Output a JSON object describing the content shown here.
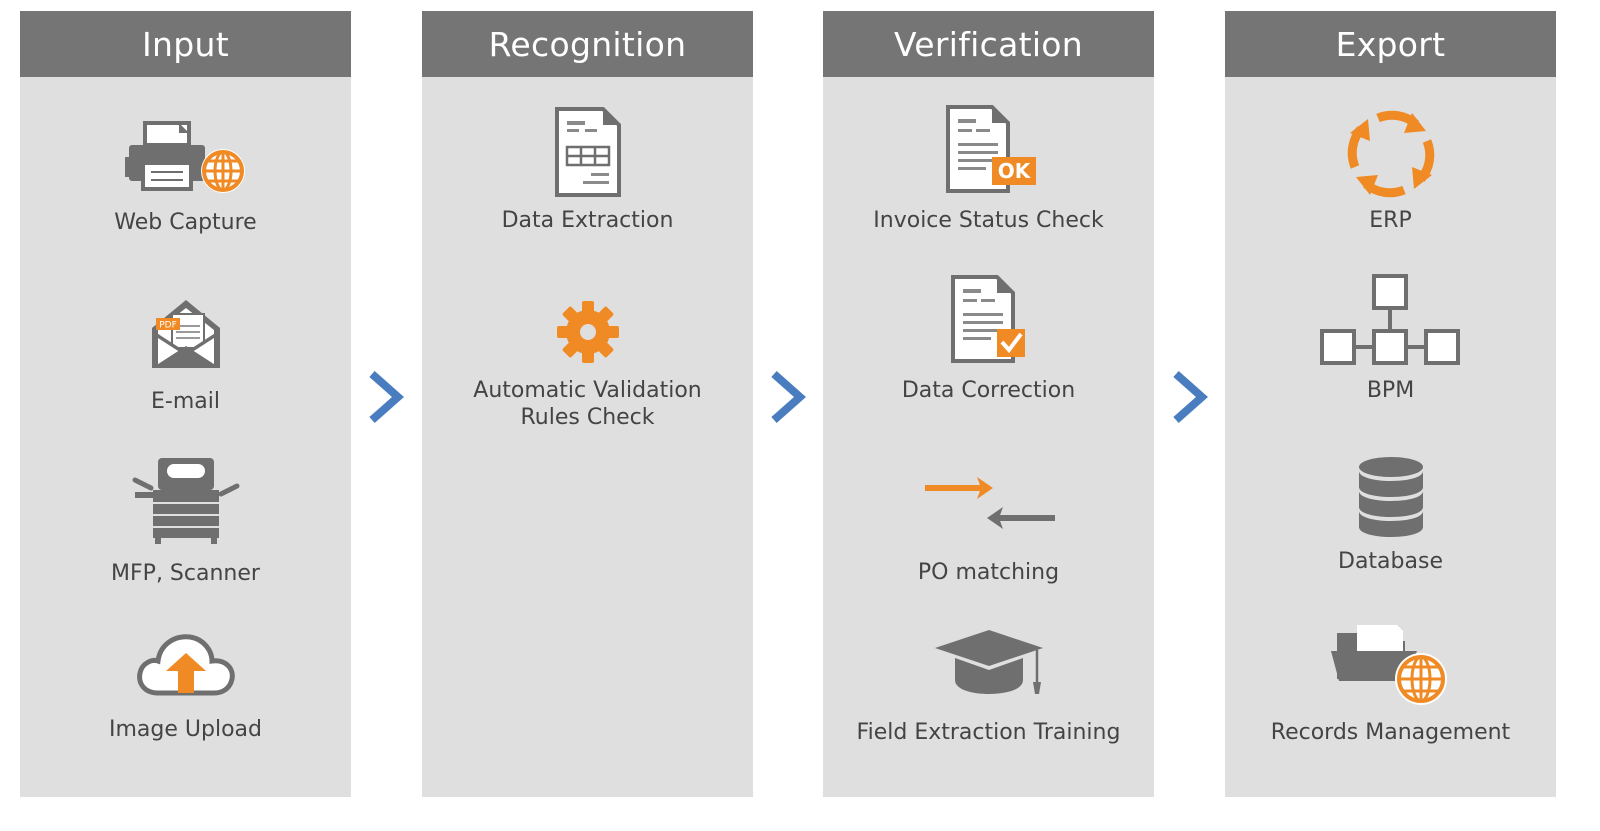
{
  "colors": {
    "header": "#757575",
    "panel": "#dfdfdf",
    "accent": "#f08a24",
    "icon": "#6f6f6f",
    "chevron": "#4a7dbf"
  },
  "columns": [
    {
      "title": "Input",
      "items": [
        {
          "label": "Web Capture",
          "icon": "printer-globe-icon"
        },
        {
          "label": "E-mail",
          "icon": "envelope-pdf-icon"
        },
        {
          "label": "MFP, Scanner",
          "icon": "copier-icon"
        },
        {
          "label": "Image Upload",
          "icon": "cloud-upload-icon"
        }
      ]
    },
    {
      "title": "Recognition",
      "items": [
        {
          "label": "Data Extraction",
          "icon": "document-table-icon"
        },
        {
          "label": "Automatic Validation\nRules Check",
          "icon": "gear-icon"
        }
      ]
    },
    {
      "title": "Verification",
      "items": [
        {
          "label": "Invoice Status Check",
          "icon": "document-ok-icon"
        },
        {
          "label": "Data Correction",
          "icon": "document-check-icon"
        },
        {
          "label": "PO matching",
          "icon": "opposing-arrows-icon"
        },
        {
          "label": "Field Extraction Training",
          "icon": "graduation-cap-icon"
        }
      ]
    },
    {
      "title": "Export",
      "items": [
        {
          "label": "ERP",
          "icon": "cycle-arrows-icon"
        },
        {
          "label": "BPM",
          "icon": "network-nodes-icon"
        },
        {
          "label": "Database",
          "icon": "database-icon"
        },
        {
          "label": "Records Management",
          "icon": "folder-globe-icon"
        }
      ]
    }
  ],
  "badges": {
    "ok": "OK",
    "pdf": "PDF"
  }
}
